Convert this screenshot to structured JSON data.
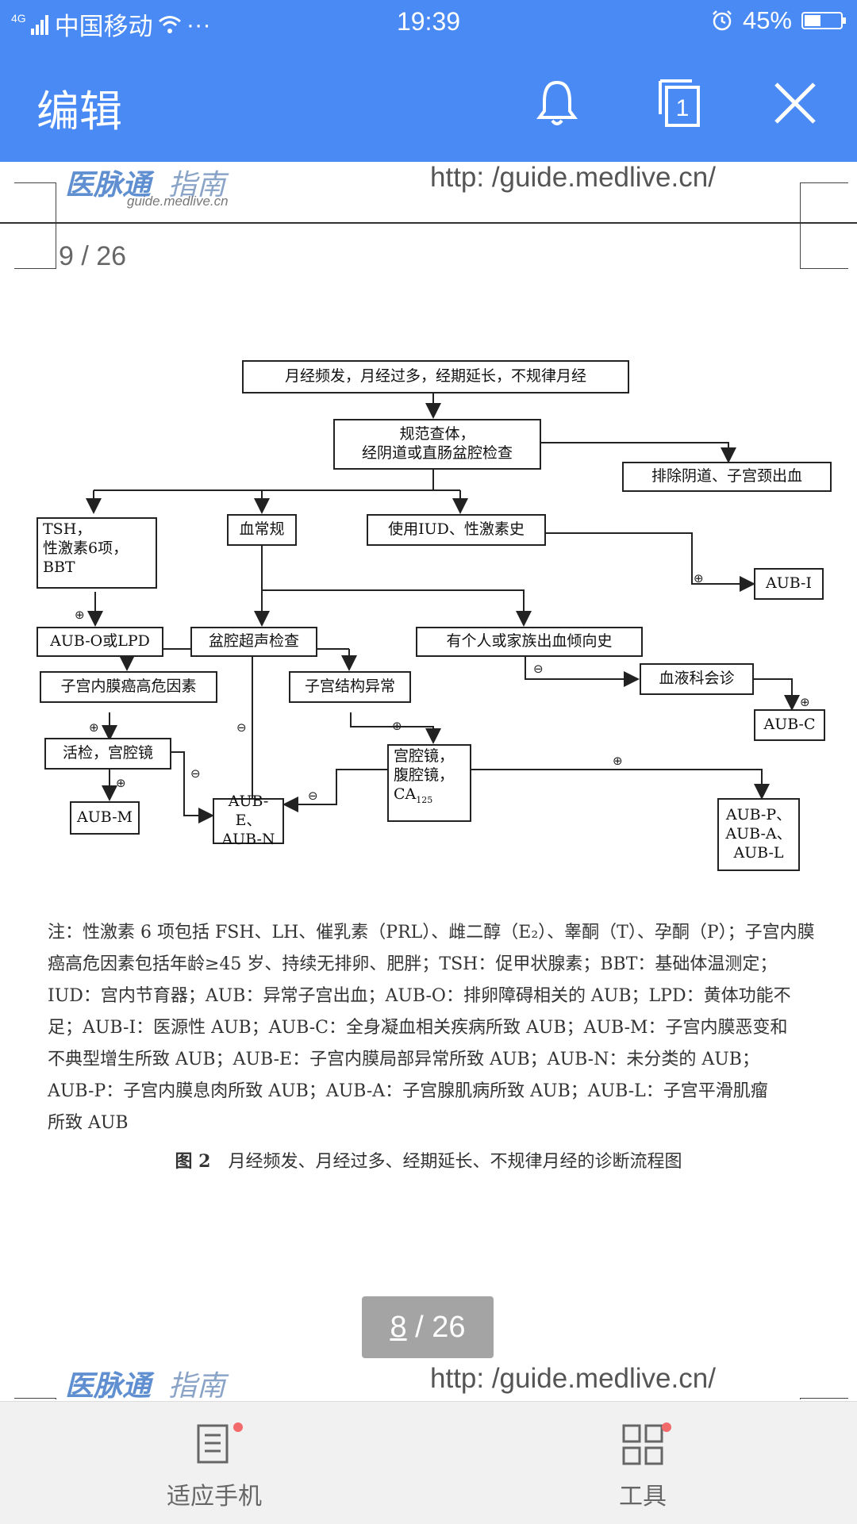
{
  "status_bar": {
    "network": "4G",
    "carrier": "中国移动",
    "more": "···",
    "time": "19:39",
    "battery_percent": "45%",
    "battery_level": 0.45
  },
  "app_bar": {
    "title": "编辑",
    "page_count_icon_number": "1"
  },
  "page_header": {
    "logo_text": "医脉通",
    "logo_suffix": "指南",
    "logo_domain": "guide.medlive.cn",
    "url": "http: /guide.medlive.cn/"
  },
  "page_number": "9 / 26",
  "flowchart": {
    "nodes": {
      "start": "月经频发，月经过多，经期延长，不规律月经",
      "exam_line1": "规范查体，",
      "exam_line2": "经阴道或直肠盆腔检查",
      "exclude": "排除阴道、子宫颈出血",
      "tsh_line1": "TSH，",
      "tsh_line2": "性激素6项，",
      "tsh_line3": "BBT",
      "blood": "血常规",
      "iud": "使用IUD、性激素史",
      "aub_i": "AUB-I",
      "aub_o": "AUB-O或LPD",
      "ultrasound": "盆腔超声检查",
      "bleeding_history": "有个人或家族出血倾向史",
      "hematology": "血液科会诊",
      "aub_c": "AUB-C",
      "endo_risk": "子宫内膜癌高危因素",
      "structure": "子宫结构异常",
      "biopsy": "活检，宫腔镜",
      "scope_line1": "宫腔镜，",
      "scope_line2": "腹腔镜，",
      "scope_line3": "CA",
      "scope_line3_sub": "125",
      "aub_e_line1": "AUB-E、",
      "aub_e_line2": "AUB-N",
      "aub_m": "AUB-M",
      "aub_pal_line1": "AUB-P、",
      "aub_pal_line2": "AUB-A、",
      "aub_pal_line3": "AUB-L"
    },
    "plus": "⊕",
    "minus": "⊖"
  },
  "note": {
    "lines": [
      "注：性激素 6 项包括 FSH、LH、催乳素（PRL）、雌二醇（E₂）、睾酮（T）、孕酮（P）；子宫内膜",
      "癌高危因素包括年龄≥45 岁、持续无排卵、肥胖；TSH：促甲状腺素；BBT：基础体温测定；",
      "IUD：宫内节育器；AUB：异常子宫出血；AUB-O：排卵障碍相关的 AUB；LPD：黄体功能不",
      "足；AUB-I：医源性 AUB；AUB-C：全身凝血相关疾病所致 AUB；AUB-M：子宫内膜恶变和",
      "不典型增生所致 AUB；AUB-E：子宫内膜局部异常所致 AUB；AUB-N：未分类的 AUB；",
      "AUB-P：子宫内膜息肉所致 AUB；AUB-A：子宫腺肌病所致 AUB；AUB-L：子宫平滑肌瘤",
      "所致 AUB"
    ]
  },
  "caption": {
    "label": "图 2",
    "text": "月经频发、月经过多、经期延长、不规律月经的诊断流程图"
  },
  "pager": {
    "current": "8",
    "separator": " / ",
    "total": "26"
  },
  "bottom_bar": {
    "fit_label": "适应手机",
    "tools_label": "工具",
    "badge_color": "#f26a6a"
  },
  "colors": {
    "accent": "#4a8af4"
  }
}
